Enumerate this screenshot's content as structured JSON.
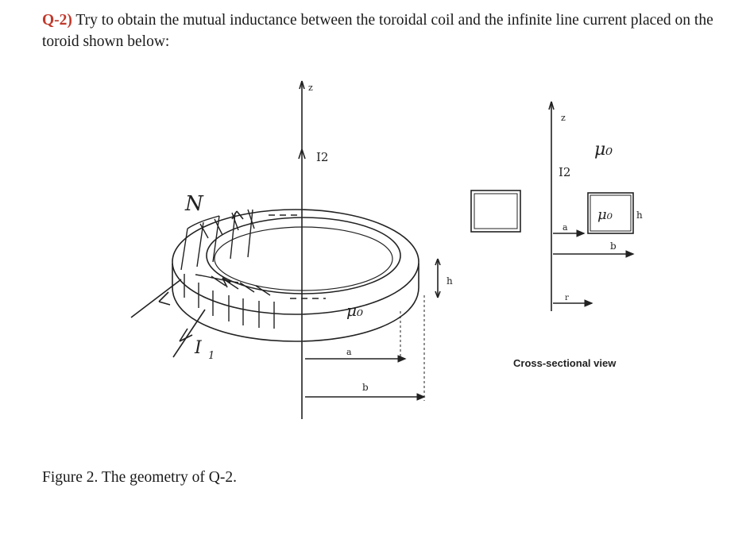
{
  "question": {
    "number": "Q-2)",
    "text": " Try to obtain the mutual inductance between the toroidal coil and the infinite line current placed on the toroid shown below:"
  },
  "figure": {
    "left": {
      "z_label": "z",
      "current_label": "I2",
      "turns_label": "N",
      "coil_current_label": "I",
      "coil_current_subscript": "1",
      "mu_label": "μ₀",
      "a_label": "a",
      "b_label": "b",
      "h_label": "h"
    },
    "right": {
      "z_label": "z",
      "current_label": "I2",
      "mu_outer_label": "μ₀",
      "mu_inner_label": "μ₀",
      "a_label": "a",
      "b_label": "b",
      "h_label": "h",
      "r_label": "r",
      "caption": "Cross-sectional view"
    }
  },
  "caption": "Figure 2. The geometry of Q-2."
}
